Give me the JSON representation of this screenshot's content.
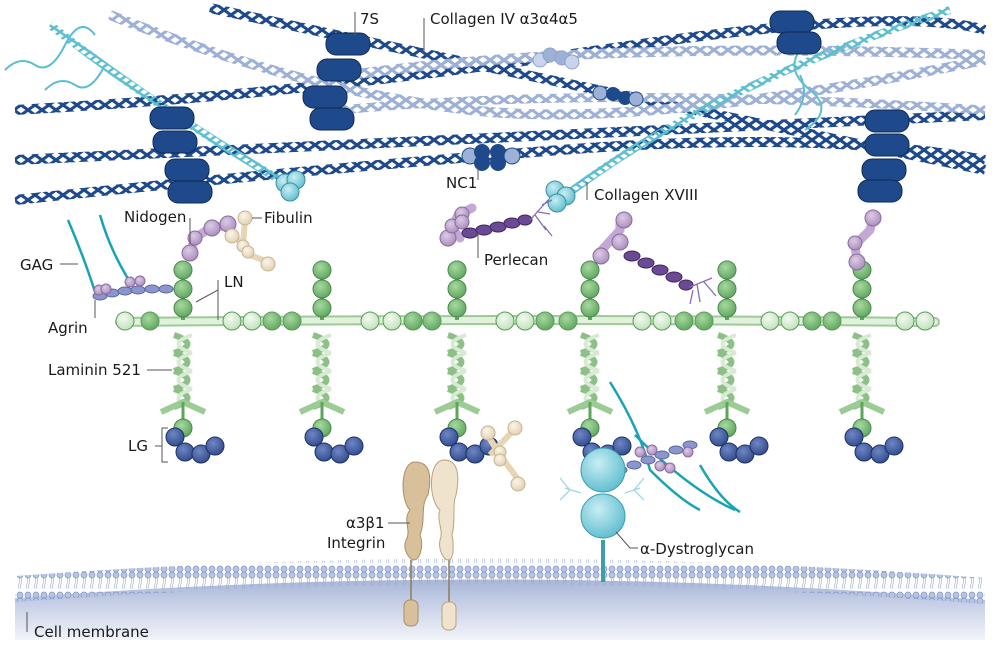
{
  "title": "Basement membrane molecular organization",
  "labels": {
    "seven_s": "7S",
    "collagen_iv": "Collagen IV α3α4α5",
    "nc1": "NC1",
    "collagen_xviii": "Collagen XVIII",
    "nidogen": "Nidogen",
    "fibulin": "Fibulin",
    "gag": "GAG",
    "perlecan": "Perlecan",
    "ln": "LN",
    "agrin": "Agrin",
    "laminin": "Laminin 521",
    "lg": "LG",
    "integrin_line1": "α3β1",
    "integrin_line2": "Integrin",
    "dystroglycan": "α-Dystroglycan",
    "cell_membrane": "Cell membrane"
  },
  "colors": {
    "collagen_dark": "#1e4a8c",
    "collagen_light": "#8fa3cc",
    "collagen_xviii": "#5cbfd0",
    "laminin_green": "#6fb36f",
    "laminin_light": "#d8ecd4",
    "lg_blue": "#3d5a9e",
    "nidogen": "#b79bc6",
    "perlecan": "#5e3f88",
    "fibulin": "#eadcc2",
    "gag": "#1aa3b3",
    "agrin": "#8b97cc",
    "integrin": "#d8c09a",
    "dystroglycan": "#6cc3d2",
    "membrane": "#8a9ccc"
  }
}
